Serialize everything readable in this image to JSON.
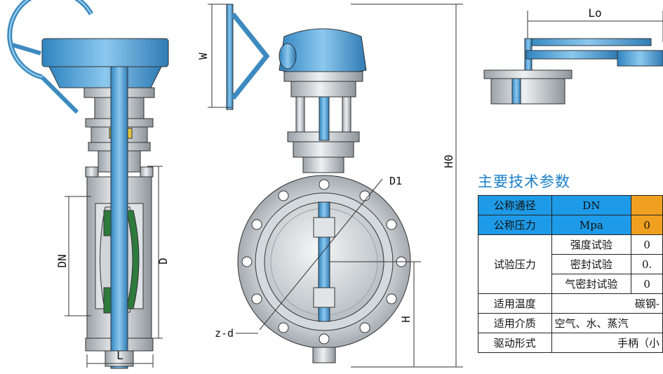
{
  "labels": {
    "dn": "DN",
    "l": "L",
    "w": "W",
    "d": "D",
    "d1": "D1",
    "h": "H",
    "h0": "H0",
    "zd": "z-d",
    "lo": "Lo"
  },
  "heading": "主要技术参数",
  "table": {
    "r1": {
      "label": "公称通径",
      "unit": "DN"
    },
    "r2": {
      "label": "公称压力",
      "unit": "Mpa",
      "partial": "0"
    },
    "r3": {
      "label": "试验压力",
      "sub": "强度试验",
      "partial": "0"
    },
    "r4": {
      "sub": "密封试验",
      "partial": "0."
    },
    "r5": {
      "sub": "气密封试验",
      "partial": "0"
    },
    "r6": {
      "label": "适用温度",
      "value": "碳钢-"
    },
    "r7": {
      "label": "适用介质",
      "value": "空气、水、蒸汽"
    },
    "r8": {
      "label": "驱动形式",
      "value": "手柄（小"
    }
  },
  "colors": {
    "accent": "#1e9be8",
    "orange": "#f0a020",
    "heading": "#1a80c8",
    "steel": "#5aa8d8",
    "metal": "#c8ccd0",
    "seal": "#2e7a3c",
    "brass": "#e8c840"
  }
}
